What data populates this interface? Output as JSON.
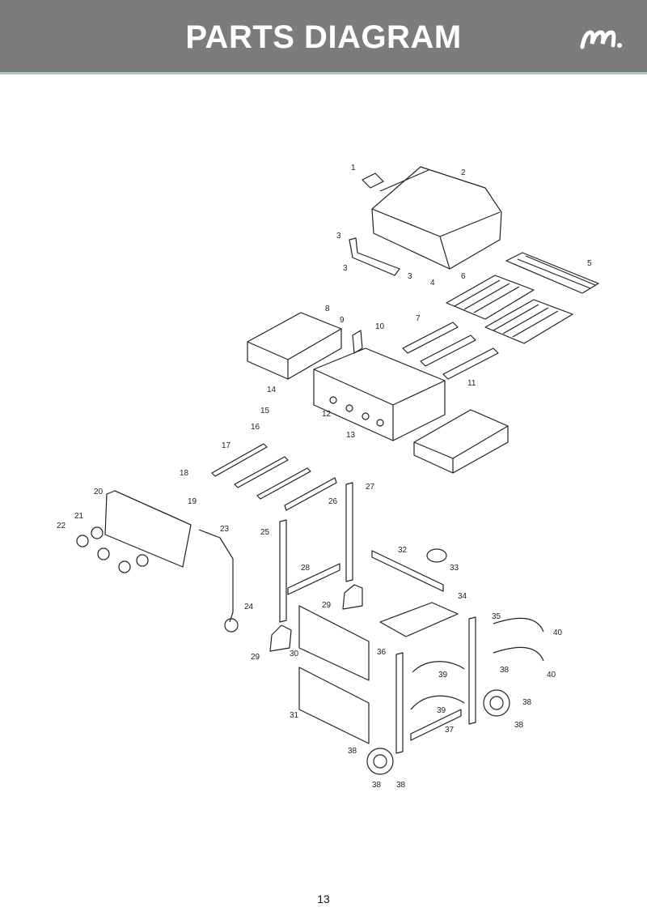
{
  "header": {
    "title": "PARTS DIAGRAM",
    "logo_icon": "brand-logo-icon",
    "background_color": "#7b7c7e",
    "accent_color": "#a9c9c4"
  },
  "diagram": {
    "callouts": [
      "1",
      "2",
      "3",
      "3",
      "3",
      "4",
      "5",
      "6",
      "7",
      "8",
      "9",
      "10",
      "11",
      "12",
      "13",
      "14",
      "15",
      "16",
      "17",
      "18",
      "19",
      "20",
      "21",
      "22",
      "23",
      "24",
      "25",
      "26",
      "27",
      "28",
      "29",
      "29",
      "30",
      "31",
      "32",
      "33",
      "34",
      "35",
      "36",
      "37",
      "38",
      "38",
      "38",
      "38",
      "38",
      "38",
      "39",
      "39",
      "40",
      "40"
    ]
  },
  "footer": {
    "page_number": "13"
  }
}
